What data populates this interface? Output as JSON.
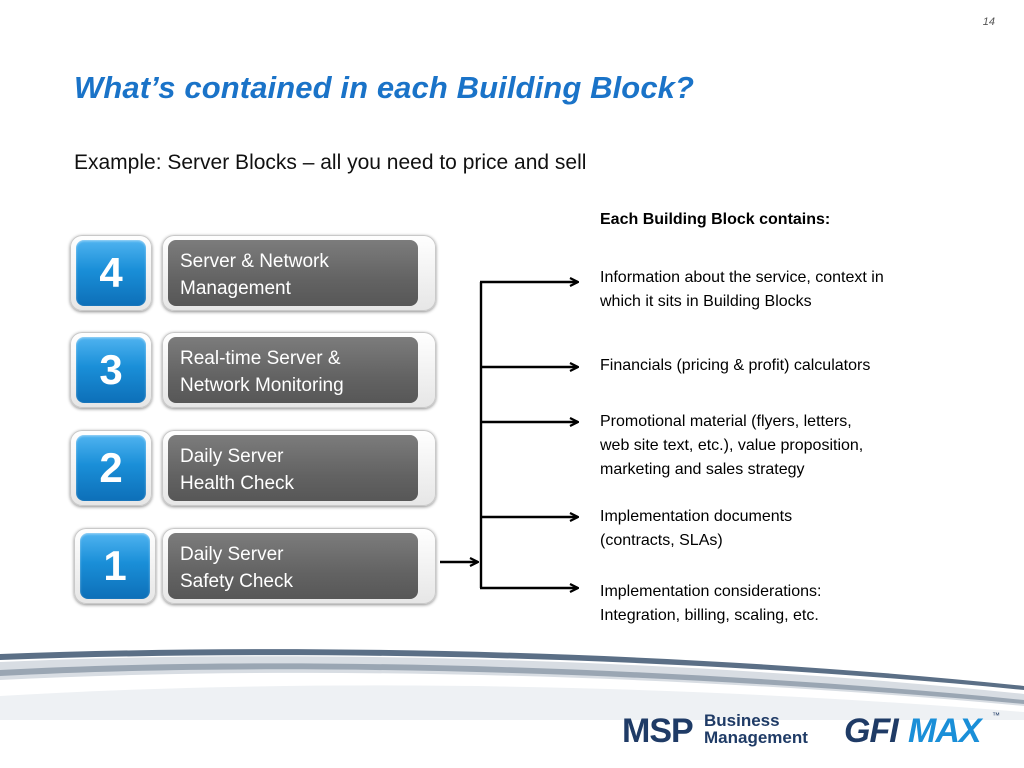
{
  "page_number": "14",
  "title": "What’s contained in each Building Block?",
  "subtitle": "Example: Server Blocks – all you need to price and sell",
  "blocks": [
    {
      "number": "4",
      "line1": "Server & Network",
      "line2": "Management"
    },
    {
      "number": "3",
      "line1": "Real-time Server &",
      "line2": "Network Monitoring"
    },
    {
      "number": "2",
      "line1": "Daily Server",
      "line2": "Health Check"
    },
    {
      "number": "1",
      "line1": "Daily Server",
      "line2": "Safety Check"
    }
  ],
  "contains_heading": "Each Building Block contains:",
  "contents": [
    {
      "line1": "Information about the service, context in",
      "line2": "which it sits in Building Blocks"
    },
    {
      "line1": "Financials (pricing & profit) calculators"
    },
    {
      "line1": "Promotional material (flyers, letters,",
      "line2": "web site text, etc.), value proposition,",
      "line3": "marketing and sales strategy"
    },
    {
      "line1": "Implementation documents",
      "line2": "(contracts, SLAs)"
    },
    {
      "line1": "Implementation considerations:",
      "line2": "Integration, billing, scaling, etc."
    }
  ],
  "logos": {
    "msp_main": "MSP",
    "msp_line1": "Business",
    "msp_line2": "Management",
    "gfi_brand": "GFI",
    "gfi_product": "MAX",
    "gfi_tm": "™"
  },
  "colors": {
    "title_blue": "#1a73c8",
    "number_blue": "#1a8fd8",
    "label_gray": "#666666",
    "logo_navy": "#1f3b66"
  }
}
